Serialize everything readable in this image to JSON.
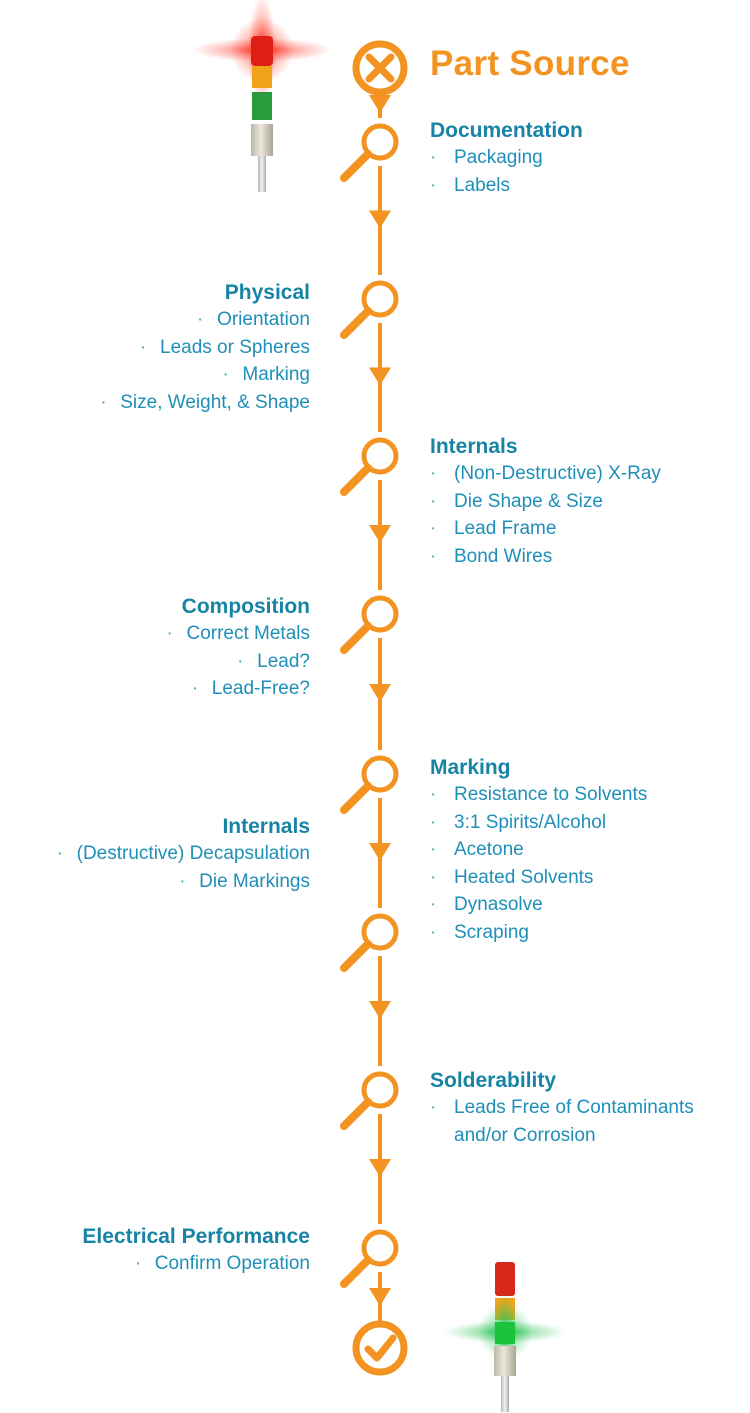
{
  "colors": {
    "accent": "#f39422",
    "heading": "#1784a6",
    "text": "#1e8fb8",
    "light_red": "#e8231b",
    "light_amber": "#f5a516",
    "light_green": "#1fae3a"
  },
  "header": {
    "title": "Part Source",
    "icon": "x-circle-icon"
  },
  "footer": {
    "icon": "check-circle-icon"
  },
  "steps": [
    {
      "title": "Documentation",
      "side": "right",
      "icon": "magnifier-icon",
      "items": [
        "Packaging",
        "Labels"
      ]
    },
    {
      "title": "Physical",
      "side": "left",
      "icon": "magnifier-icon",
      "items": [
        "Orientation",
        "Leads or Spheres",
        "Marking",
        "Size, Weight, & Shape"
      ]
    },
    {
      "title": "Internals",
      "side": "right",
      "icon": "magnifier-icon",
      "items": [
        "(Non-Destructive) X-Ray",
        "Die Shape & Size",
        "Lead Frame",
        "Bond Wires"
      ]
    },
    {
      "title": "Composition",
      "side": "left",
      "icon": "magnifier-icon",
      "items": [
        "Correct Metals",
        "Lead?",
        "Lead-Free?"
      ]
    },
    {
      "title": "Marking",
      "side": "right",
      "icon": "magnifier-icon",
      "items": [
        "Resistance to Solvents",
        "3:1 Spirits/Alcohol",
        "Acetone",
        "Heated Solvents",
        "Dynasolve",
        "Scraping"
      ]
    },
    {
      "title": "Internals",
      "side": "left",
      "icon": "magnifier-icon",
      "items": [
        "(Destructive) Decapsulation",
        "Die Markings"
      ]
    },
    {
      "title": "Solderability",
      "side": "right",
      "icon": "magnifier-icon",
      "items": [
        "Leads Free of Contaminants",
        "and/or Corrosion"
      ]
    },
    {
      "title": "Electrical Performance",
      "side": "left",
      "icon": "magnifier-icon",
      "items": [
        "Confirm Operation"
      ]
    }
  ],
  "bullet": "·"
}
